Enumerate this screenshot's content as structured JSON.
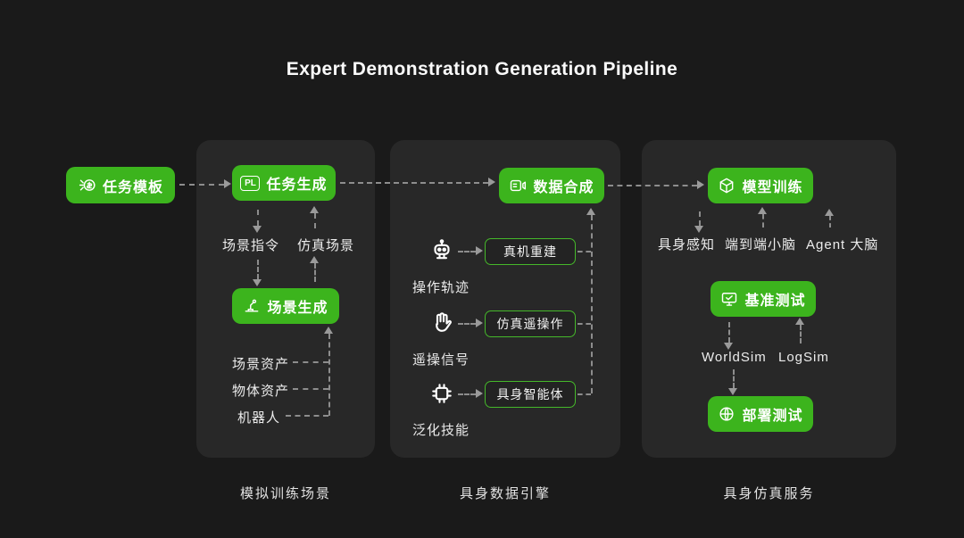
{
  "title": "Expert Demonstration Generation Pipeline",
  "colors": {
    "background": "#1a1a1a",
    "panel": "#282828",
    "green": "#3cb41d",
    "arrow": "#8d8d8d",
    "text": "#f2f2f2"
  },
  "start": {
    "label": "任务模板"
  },
  "scene_panel": {
    "caption": "模拟训练场景",
    "task_generation": "任务生成",
    "pl_badge": "PL",
    "scene_instruction": "场景指令",
    "sim_scene": "仿真场景",
    "scene_generation": "场景生成",
    "assets": [
      "场景资产",
      "物体资产",
      "机器人"
    ]
  },
  "data_panel": {
    "caption": "具身数据引擎",
    "data_synthesis": "数据合成",
    "sources": [
      "操作轨迹",
      "遥操信号",
      "泛化技能"
    ],
    "targets": [
      "真机重建",
      "仿真遥操作",
      "具身智能体"
    ]
  },
  "service_panel": {
    "caption": "具身仿真服务",
    "model_training": "模型训练",
    "brains": [
      "具身感知",
      "端到端小脑",
      "Agent 大脑"
    ],
    "benchmark": "基准测试",
    "sims": [
      "WorldSim",
      "LogSim"
    ],
    "deployment": "部署测试"
  }
}
